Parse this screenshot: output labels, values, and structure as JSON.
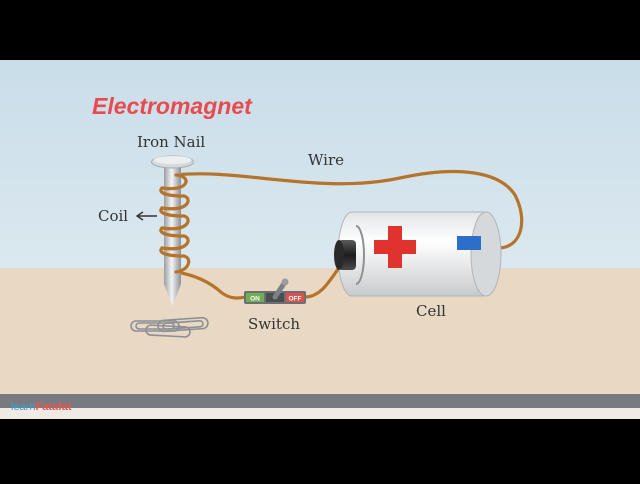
{
  "title": "Electromagnet",
  "labels": {
    "iron_nail": "Iron Nail",
    "wire": "Wire",
    "coil": "Coil",
    "switch": "Switch",
    "cell": "Cell"
  },
  "switch_states": {
    "on": "ON",
    "off": "OFF"
  },
  "brand": {
    "part1": "learn",
    "part2": "Fatafat"
  },
  "colors": {
    "sky": "#d2e3ee",
    "ground": "#e8d8c4",
    "wire": "#b5742a",
    "title": "#e84a50",
    "plus": "#e0332e",
    "minus": "#2c6fc9"
  }
}
